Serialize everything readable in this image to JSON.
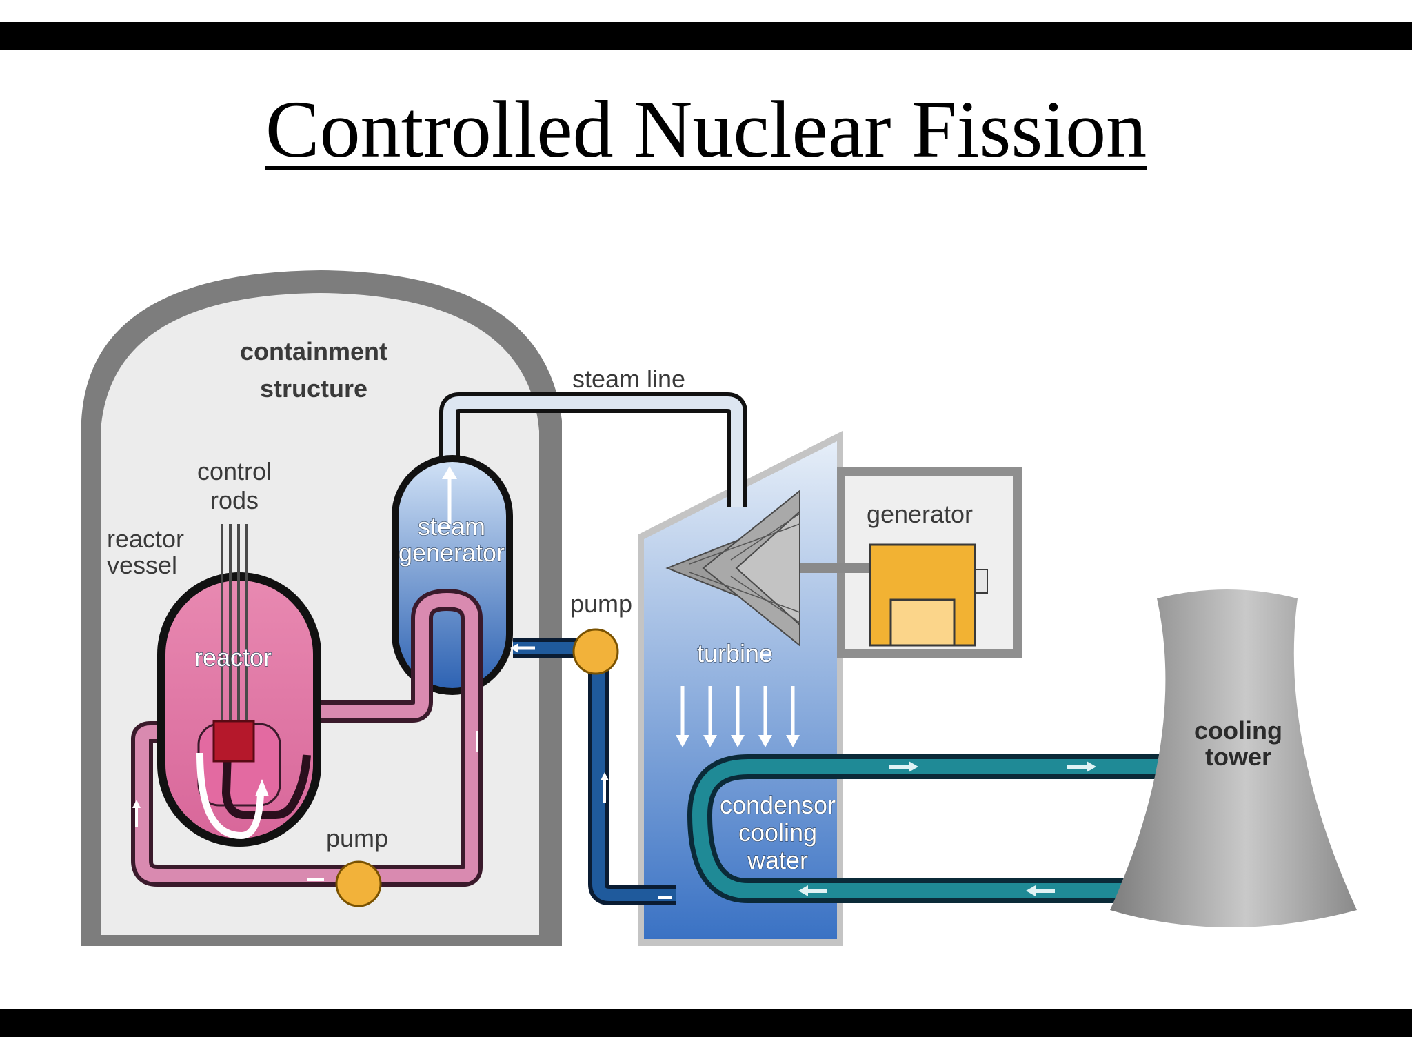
{
  "title": "Controlled Nuclear Fission",
  "labels": {
    "containment_line1": "containment",
    "containment_line2": "structure",
    "steam_line": "steam line",
    "control_rods_line1": "control",
    "control_rods_line2": "rods",
    "reactor_vessel_line1": "reactor",
    "reactor_vessel_line2": "vessel",
    "reactor": "reactor",
    "steam_generator_line1": "steam",
    "steam_generator_line2": "generator",
    "pump_upper": "pump",
    "pump_lower": "pump",
    "generator": "generator",
    "turbine": "turbine",
    "cooling_tower_line1": "cooling",
    "cooling_tower_line2": "tower",
    "condensor_line1": "condensor",
    "condensor_line2": "cooling",
    "condensor_line3": "water"
  },
  "colors": {
    "containment": "#7a7a7a",
    "reactor": "#e07aa3",
    "primary_loop": "#d98ab0",
    "steam_generator": "#4d7fc8",
    "feedwater": "#1f5a9c",
    "cooling_loop": "#1f8a96",
    "pump": "#f2b23a",
    "generator": "#f2b233",
    "cooling_tower": "#9a9a9a"
  }
}
